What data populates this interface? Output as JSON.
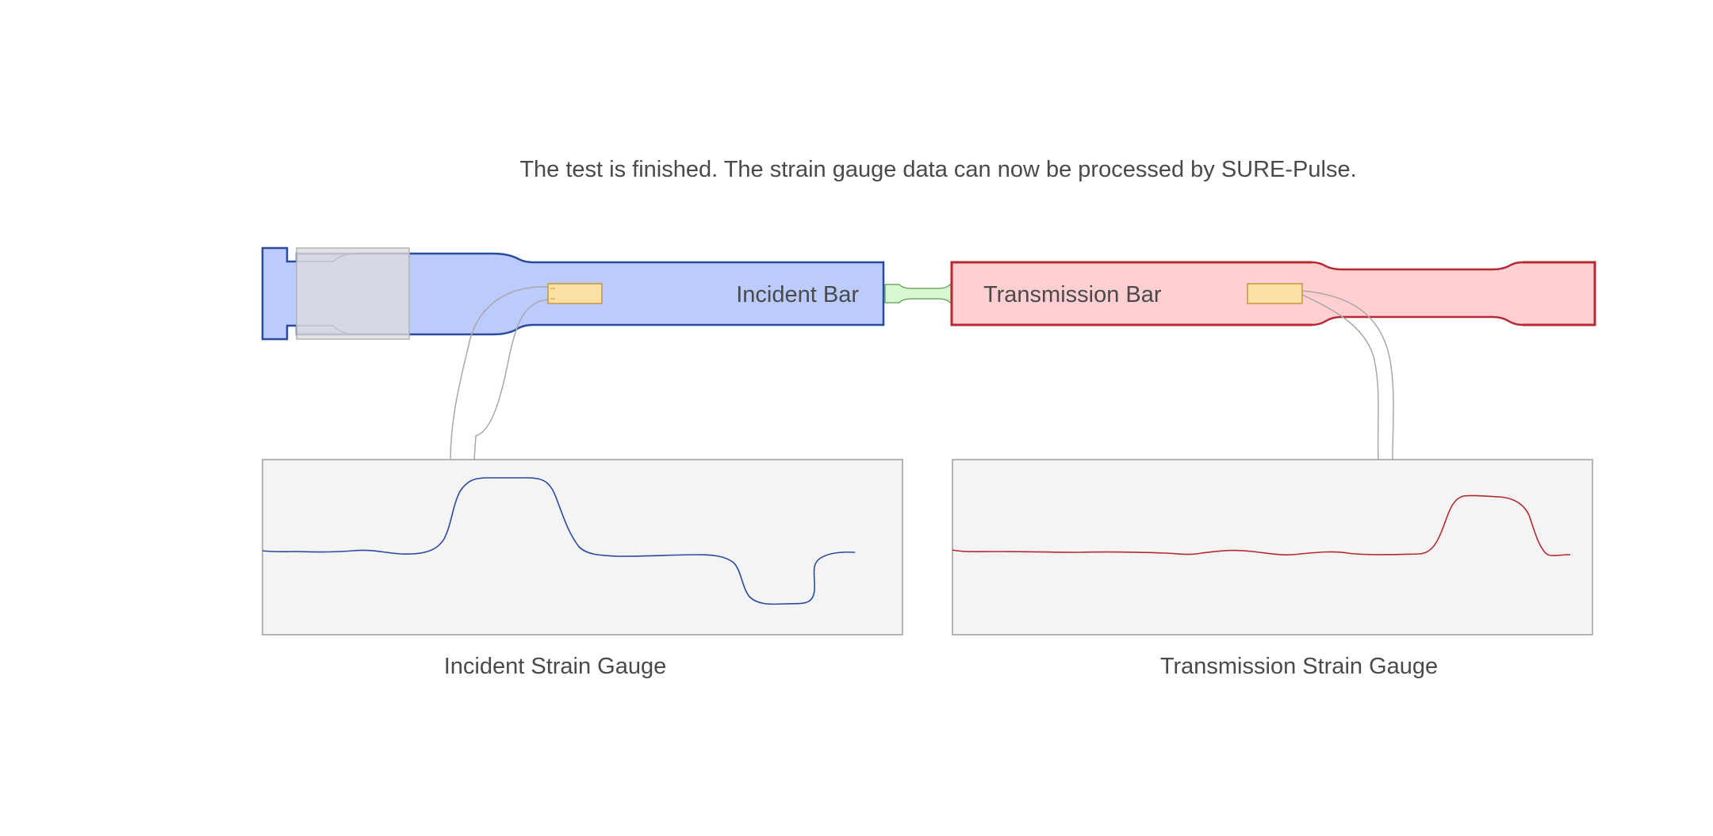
{
  "status_message": "The test is finished. The strain gauge data can now be processed by SURE-Pulse.",
  "incident_bar": {
    "label": "Incident Bar",
    "fill": "#bccbfd",
    "stroke": "#2a4a9e"
  },
  "transmission_bar": {
    "label": "Transmission Bar",
    "fill": "#ffcfd2",
    "stroke": "#b32a32"
  },
  "specimen": {
    "fill": "#d7fad2",
    "stroke": "#5a9a4a"
  },
  "striker_housing": {
    "fill": "rgba(220,220,220,0.8)",
    "stroke": "#b3b3b3"
  },
  "strain_gauge": {
    "fill": "#fde0a6",
    "stroke": "#c8953a"
  },
  "incident_panel": {
    "label": "Incident Strain Gauge",
    "signal_color": "#2a4a9e",
    "panel_fill": "#f4f4f4",
    "panel_stroke": "#9e9e9e"
  },
  "transmission_panel": {
    "label": "Transmission Strain Gauge",
    "signal_color": "#b32a32",
    "panel_fill": "#f4f4f4",
    "panel_stroke": "#9e9e9e"
  },
  "wire_color": "#a8a8a8"
}
